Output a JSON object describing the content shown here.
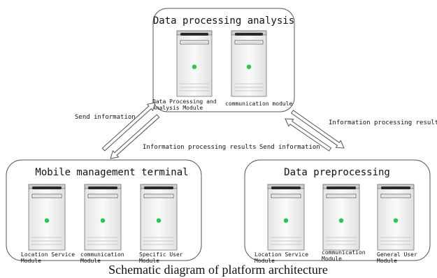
{
  "caption": "Schematic diagram of platform architecture",
  "top_group": {
    "title": "Data processing analysis",
    "servers": [
      {
        "label_lines": [
          "Data Processing and",
          "Analysis Module"
        ]
      },
      {
        "label_lines": [
          "communication module"
        ]
      }
    ]
  },
  "left_group": {
    "title": "Mobile management terminal",
    "servers": [
      {
        "label_lines": [
          "Location Service",
          "Module"
        ]
      },
      {
        "label_lines": [
          "communication",
          "Module"
        ]
      },
      {
        "label_lines": [
          "Specific User",
          "Module"
        ]
      }
    ]
  },
  "right_group": {
    "title": "Data preprocessing",
    "servers": [
      {
        "label_lines": [
          "Location Service",
          "Module"
        ]
      },
      {
        "label_lines": [
          "communication",
          "Module"
        ]
      },
      {
        "label_lines": [
          "General User",
          "Module"
        ]
      }
    ]
  },
  "arrows": {
    "left_up_label": "Send information",
    "left_down_label": "Information processing results",
    "right_up_label": "Send information",
    "right_down_label": "Information processing results"
  },
  "colors": {
    "indicator_led": "#22cc44",
    "server_body": "#f4f4f4",
    "outline": "#555555"
  }
}
